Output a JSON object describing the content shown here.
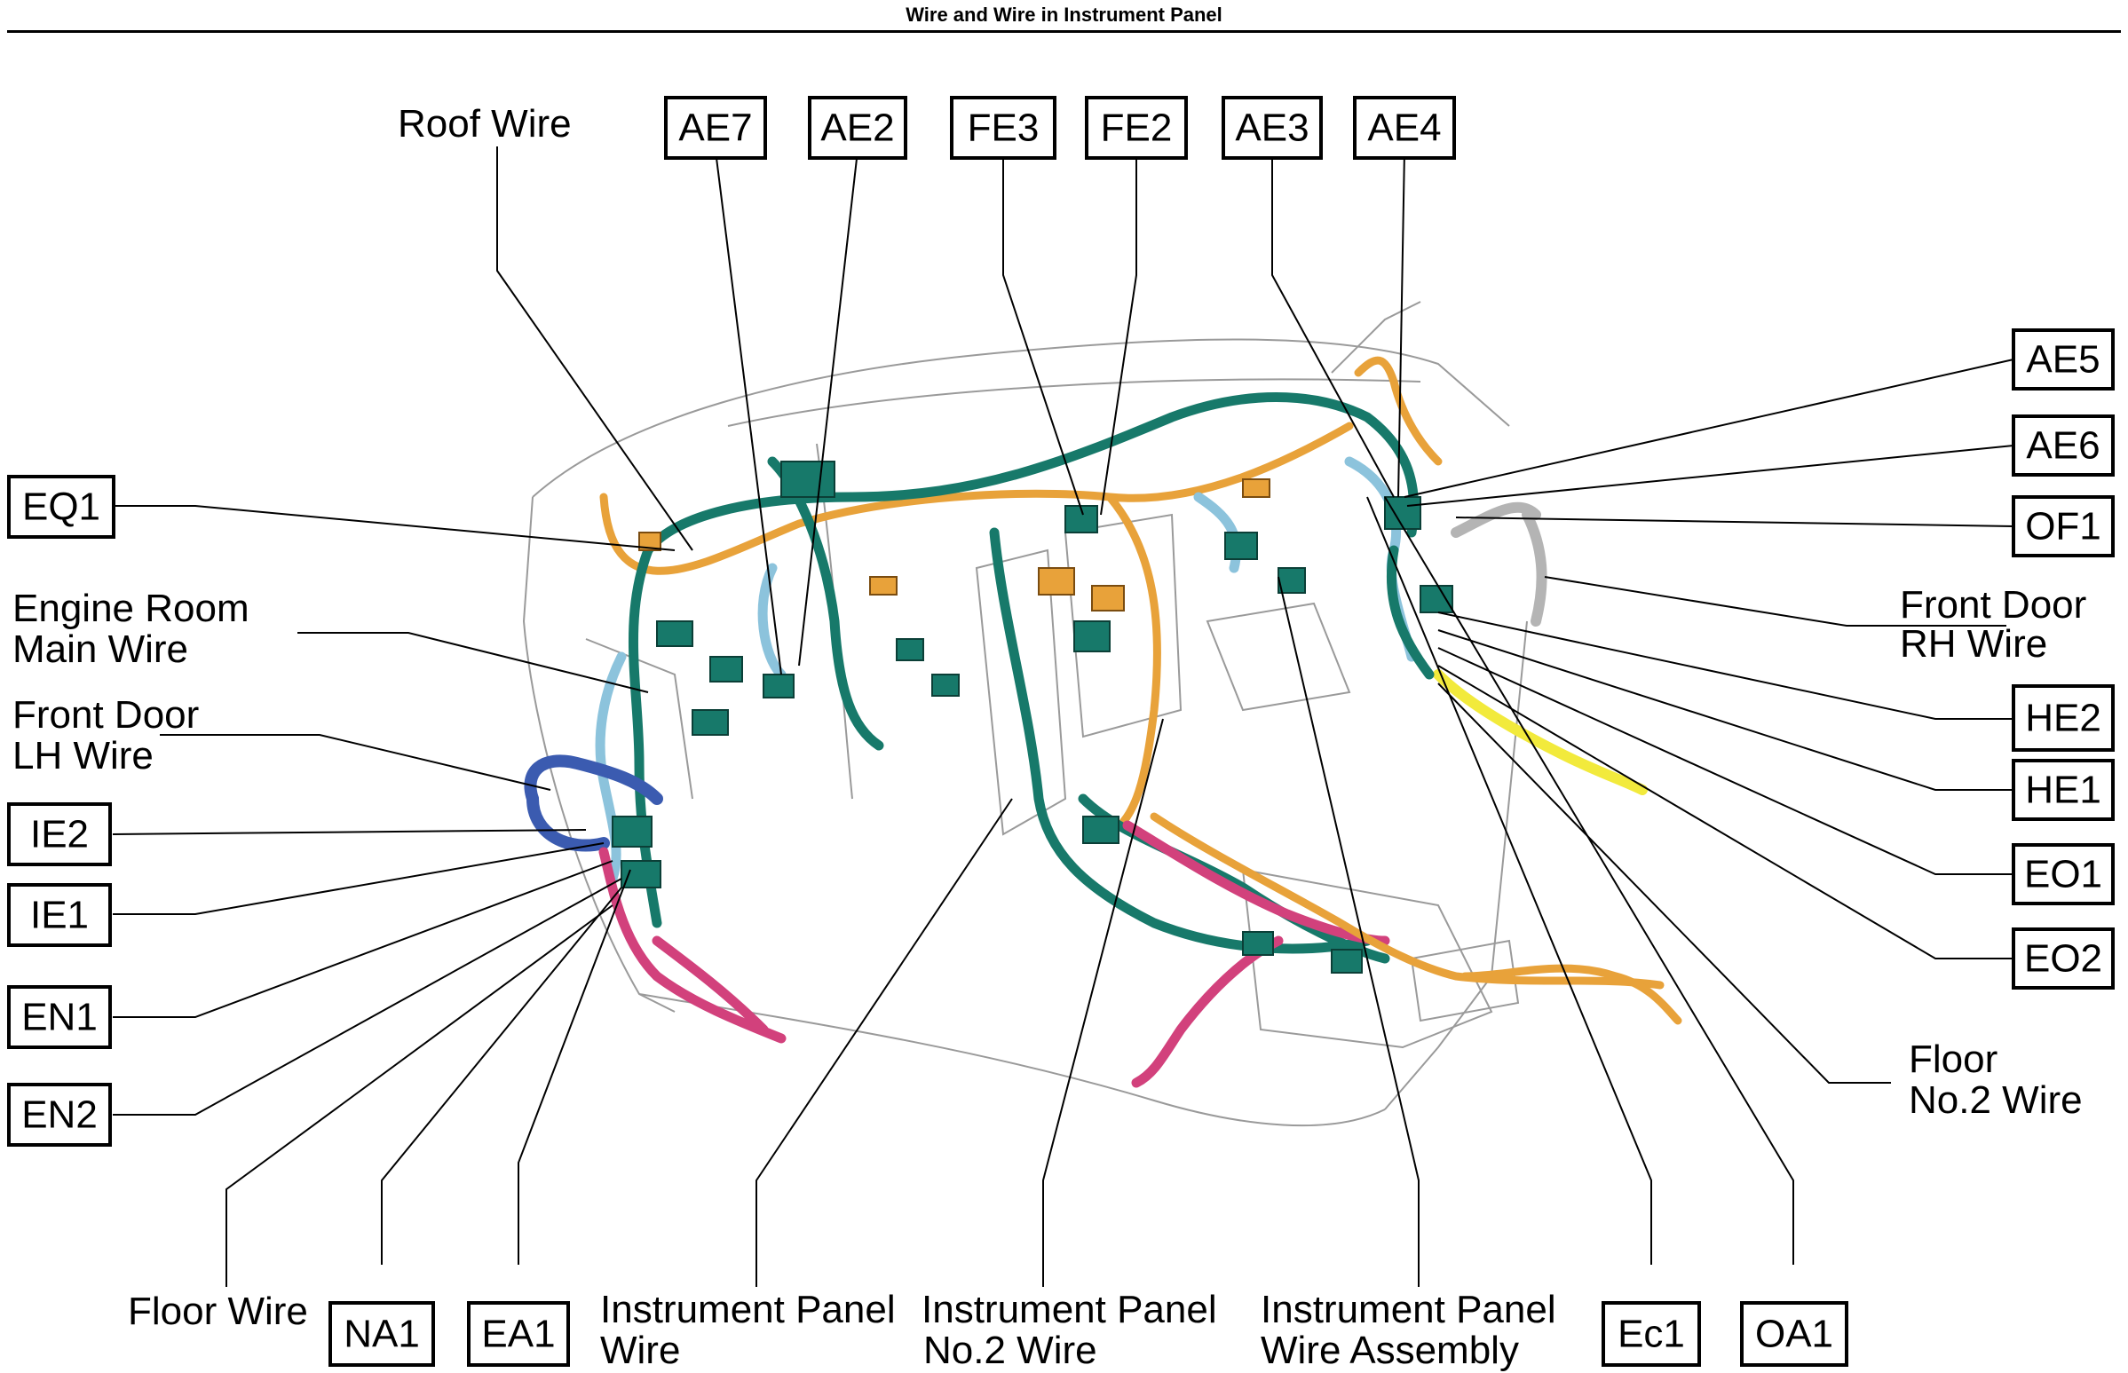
{
  "page_title": "Wire and Wire in Instrument Panel",
  "connector_codes": {
    "AE7": "AE7",
    "AE2": "AE2",
    "FE3": "FE3",
    "FE2": "FE2",
    "AE3": "AE3",
    "AE4": "AE4",
    "AE5": "AE5",
    "AE6": "AE6",
    "OF1": "OF1",
    "EQ1": "EQ1",
    "HE2": "HE2",
    "HE1": "HE1",
    "EO1": "EO1",
    "EO2": "EO2",
    "IE2": "IE2",
    "IE1": "IE1",
    "EN1": "EN1",
    "EN2": "EN2",
    "NA1": "NA1",
    "EA1": "EA1",
    "Ec1": "Ec1",
    "OA1": "OA1"
  },
  "wire_labels": {
    "roof_wire": [
      "Roof Wire"
    ],
    "engine_room_main_wire": [
      "Engine Room",
      "Main Wire"
    ],
    "front_door_lh_wire": [
      "Front Door",
      "LH Wire"
    ],
    "front_door_rh_wire": [
      "Front Door",
      "RH Wire"
    ],
    "floor_no2_wire": [
      "Floor",
      "No.2 Wire"
    ],
    "floor_wire": [
      "Floor Wire"
    ],
    "instrument_panel_wire": [
      "Instrument Panel",
      "Wire"
    ],
    "instrument_panel_no2_wire": [
      "Instrument Panel",
      "No.2 Wire"
    ],
    "instrument_panel_wire_assembly": [
      "Instrument Panel",
      "Wire Assembly"
    ]
  },
  "colors": {
    "harness_green": "#17796a",
    "harness_orange": "#e8a23a",
    "harness_light_blue": "#8cc3dc",
    "harness_pink": "#d2417c",
    "harness_yellow": "#f2ea3c",
    "harness_blue": "#3b5bb0",
    "harness_gray": "#b4b4b4"
  }
}
